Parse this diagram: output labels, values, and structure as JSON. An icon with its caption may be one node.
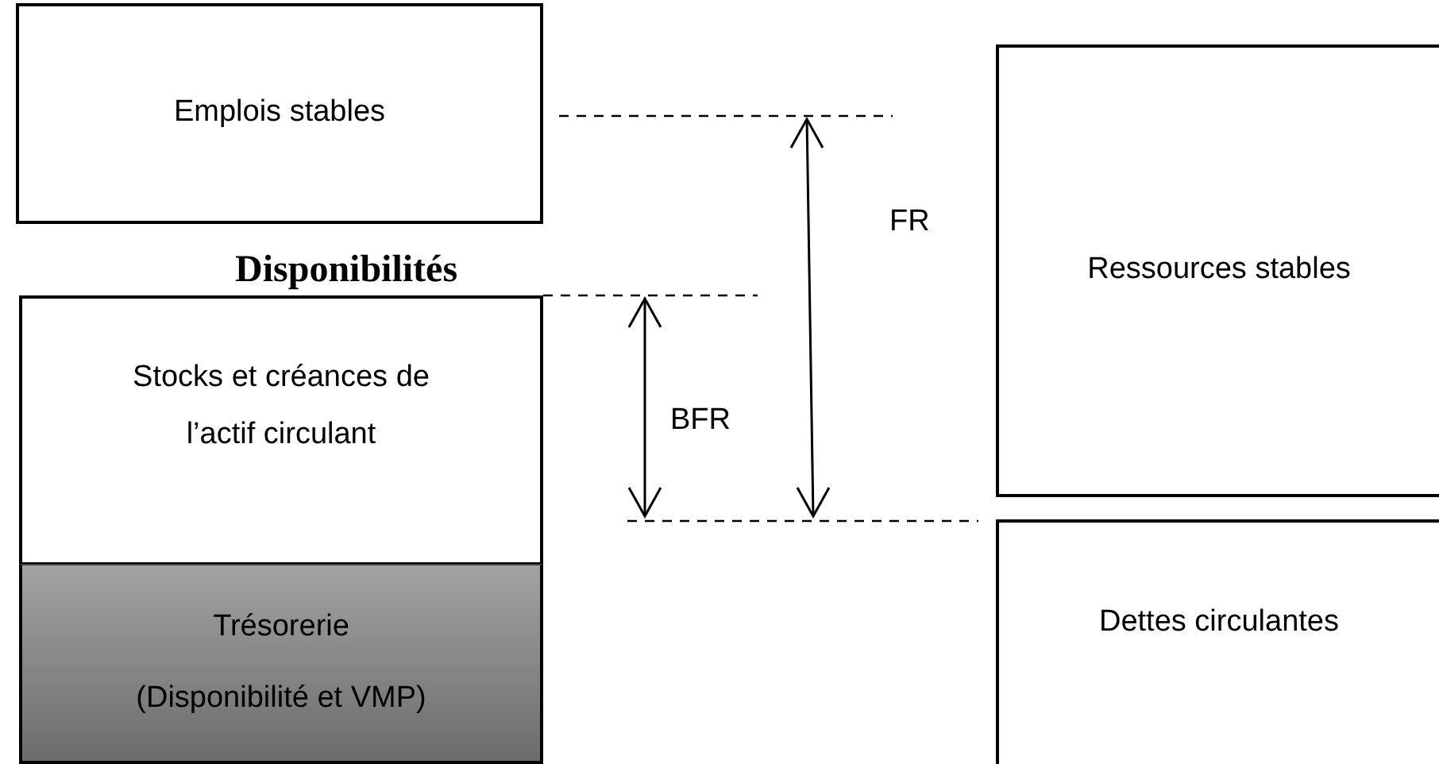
{
  "diagram": {
    "nodes": [
      {
        "text": [
          "Emplois stables"
        ]
      },
      {
        "text": [
          "Stocks et créances de l’actif circulant"
        ]
      },
      {
        "text": [
          "Trésorerie",
          "(Disponibilité et VMP)"
        ]
      },
      {
        "text": [
          "Ressources stables"
        ]
      },
      {
        "text": [
          "Dettes circulantes"
        ]
      }
    ],
    "labels": [
      "Disponibilités",
      "FR",
      "BFR"
    ]
  }
}
